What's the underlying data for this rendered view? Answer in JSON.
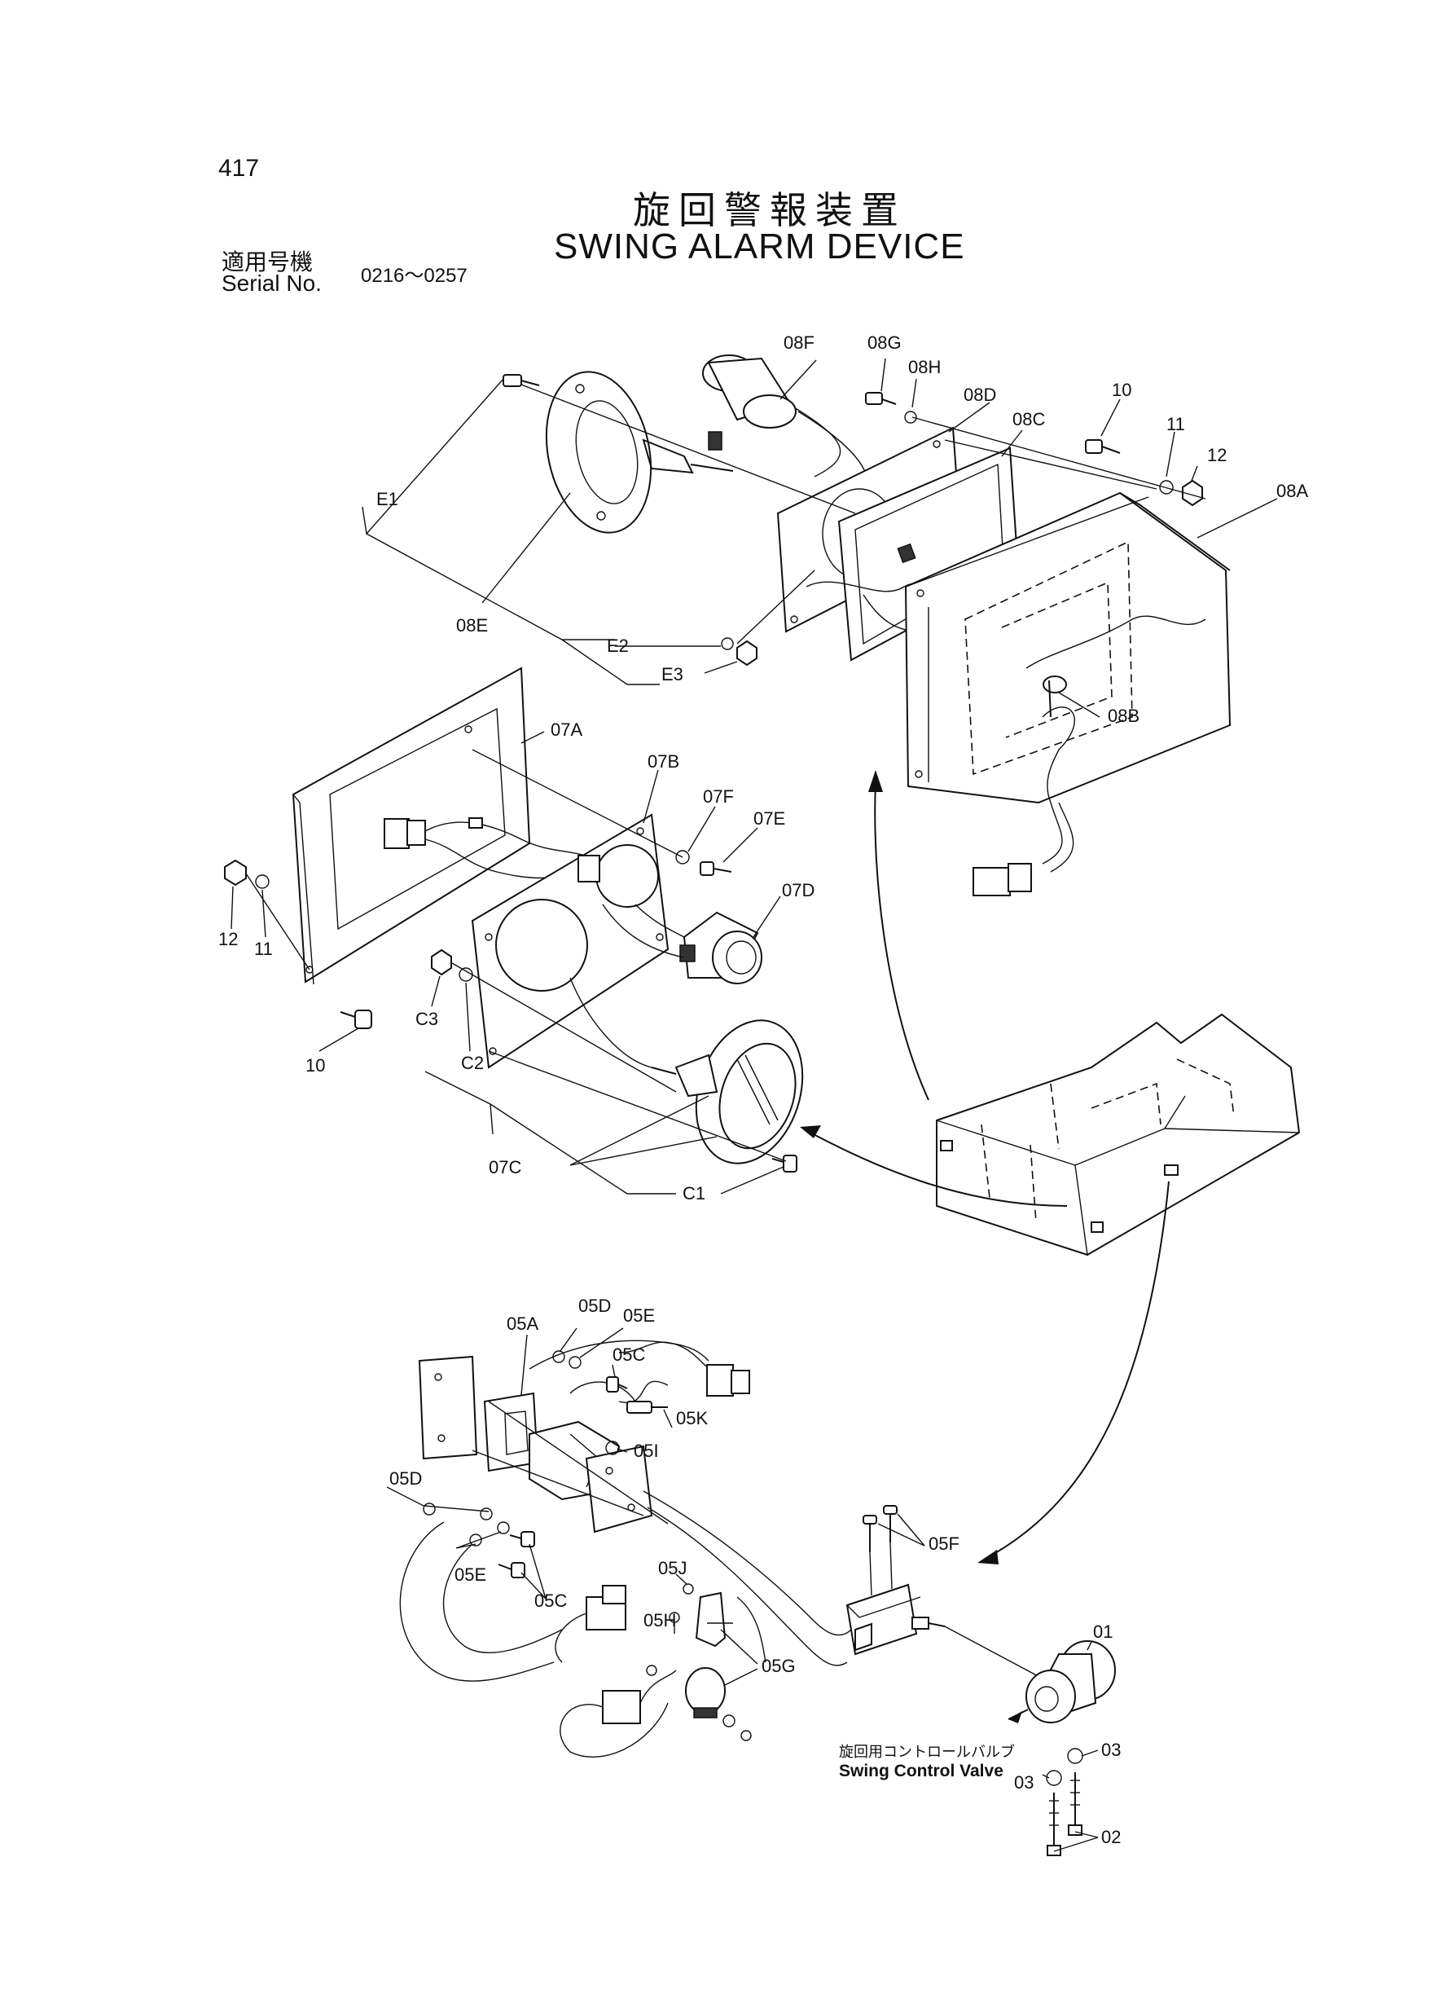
{
  "page": {
    "number": "417"
  },
  "title": {
    "japanese": "旋回警報装置",
    "english": "SWING ALARM DEVICE"
  },
  "serial": {
    "label_jp": "適用号機",
    "label_en": "Serial No.",
    "range": "0216～0257"
  },
  "swing_valve": {
    "label_jp": "旋回用コントロールバルブ",
    "label_en": "Swing Control Valve"
  },
  "callouts": {
    "c08F": "08F",
    "c08G": "08G",
    "c08H": "08H",
    "c08D": "08D",
    "c08C": "08C",
    "c10a": "10",
    "c11a": "11",
    "c12a": "12",
    "c08A": "08A",
    "E1": "E1",
    "c08E": "08E",
    "E2": "E2",
    "E3": "E3",
    "c08B": "08B",
    "c07A": "07A",
    "c07B": "07B",
    "c07F": "07F",
    "c07E": "07E",
    "c07D": "07D",
    "c12b": "12",
    "c11b": "11",
    "c10b": "10",
    "C3": "C3",
    "C2": "C2",
    "c07C": "07C",
    "C1": "C1",
    "c05A": "05A",
    "c05Da": "05D",
    "c05Ea": "05E",
    "c05Ca": "05C",
    "c05K": "05K",
    "c05I": "05I",
    "c05Db": "05D",
    "c05Eb": "05E",
    "c05Cb": "05C",
    "c05J": "05J",
    "c05H": "05H",
    "c05G": "05G",
    "c05F": "05F",
    "c01": "01",
    "c03a": "03",
    "c03b": "03",
    "c02": "02"
  }
}
